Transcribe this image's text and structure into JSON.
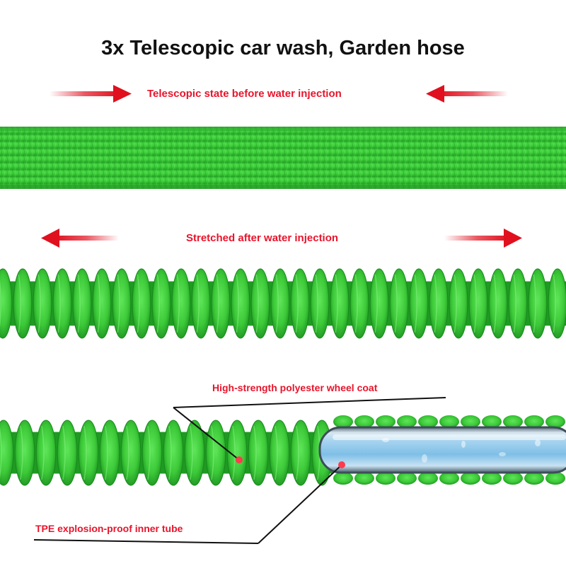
{
  "title": "3x Telescopic car wash, Garden hose",
  "labels": {
    "before": "Telescopic state before water injection",
    "after": "Stretched after water injection",
    "coat": "High-strength polyester wheel coat",
    "tube": "TPE explosion-proof inner tube"
  },
  "colors": {
    "label_red": "#e8142b",
    "arrow_red": "#e0101e",
    "hose_green": "#3fcf3a",
    "hose_dark": "#1f9a22",
    "tube_blue": "#8ec6ea",
    "leader_line": "#111111",
    "dot": "#ff3b4e"
  },
  "icons": [
    "arrow-right-icon",
    "arrow-left-icon"
  ]
}
